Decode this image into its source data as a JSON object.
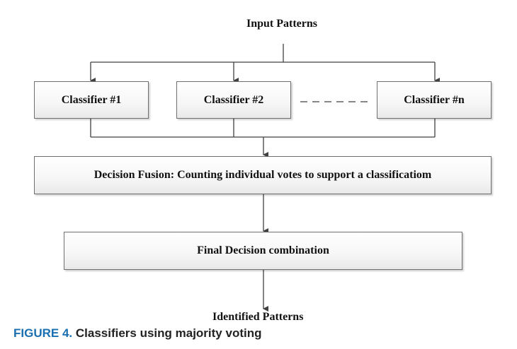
{
  "diagram": {
    "input_label": "Input Patterns",
    "classifiers": [
      "Classifier #1",
      "Classifier #2",
      "Classifier #n"
    ],
    "fusion_label": "Decision Fusion: Counting individual votes to support a classificatiom",
    "final_label": "Final Decision combination",
    "output_label": "Identified Patterns"
  },
  "caption": {
    "number": "FIGURE 4.",
    "text": "Classifiers using majority voting"
  },
  "colors": {
    "line": "#404040",
    "box_border": "#6f6f6f",
    "caption_accent": "#1a6fb0"
  }
}
